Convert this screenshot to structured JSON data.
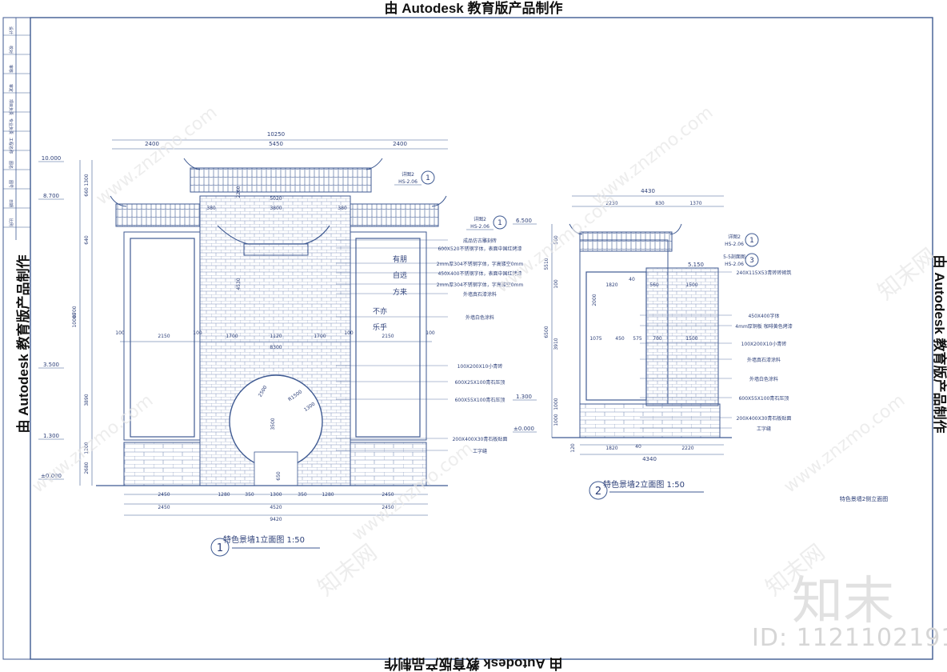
{
  "stamp": "由 Autodesk 教育版产品制作",
  "watermark": {
    "site": "www.znzmo.com",
    "cn": "知末网",
    "brand": "知末",
    "id": "ID: 1121102191"
  },
  "colors": {
    "line": "#3f5a92",
    "border": "#4a5a86",
    "brick": "#7d8fb8",
    "text": "#2c3f78"
  },
  "elev1": {
    "title": "特色景墙1立面图",
    "scale": "1:50",
    "number": "1",
    "levels": [
      "10.000",
      "8.700",
      "3.500",
      "1.300",
      "±0.000"
    ],
    "top_dims": [
      "10250",
      "2400",
      "5450",
      "2400"
    ],
    "inner_dims": [
      "5020",
      "3800",
      "380",
      "380",
      "4530",
      "2260"
    ],
    "mid_dims": [
      "2150",
      "1700",
      "1120",
      "1700",
      "2150",
      "8300",
      "100",
      "100",
      "100",
      "100"
    ],
    "left_dims": [
      "1300",
      "660",
      "640",
      "10000",
      "8700",
      "3890",
      "2680",
      "1200",
      "100"
    ],
    "bottom_row1": [
      "2450",
      "1280",
      "350",
      "1300",
      "350",
      "1280",
      "2450"
    ],
    "bottom_row2": [
      "2450",
      "4520",
      "2450"
    ],
    "bottom_total": "9420",
    "circle_dims": [
      "2500",
      "3500",
      "650",
      "R1500",
      "1300"
    ],
    "poem": [
      "有朋",
      "自远",
      "方来",
      "不亦",
      "乐乎"
    ],
    "callouts": [
      {
        "ref": "详图2",
        "sheet": "HS-2.06",
        "num": "1"
      },
      {
        "ref": "详图2",
        "sheet": "HS-2.06",
        "num": "1"
      }
    ],
    "notes": [
      "成品仿古雕刻砖",
      "600X520不锈钢字体，表面中国红烤漆",
      "2mm厚304不锈钢字体，字高镂空0mm",
      "450X400不锈钢字体，表面中国红烤漆",
      "2mm厚304不锈钢字体，字高镂空0mm",
      "外墙真石漆涂料",
      "外墙白色涂料",
      "100X200X10小青砖",
      "600X25X100青石压顶",
      "600X55X100青石压顶",
      "200X400X30青石板贴面",
      "工字缝"
    ]
  },
  "elev2": {
    "title": "特色景墙2立面图",
    "scale": "1:50",
    "number": "2",
    "levels": [
      "6.500",
      "5.150",
      "1.300",
      "±0.000"
    ],
    "top_dims": [
      "4430",
      "2230",
      "830",
      "1370"
    ],
    "mid_dims": [
      "1820",
      "40",
      "560",
      "1500",
      "1075",
      "450",
      "575",
      "700",
      "1500"
    ],
    "left_dims": [
      "6500",
      "560",
      "100",
      "5510",
      "3910",
      "2000",
      "1000",
      "1000",
      "120"
    ],
    "bottom_dims": [
      "1820",
      "40",
      "2220",
      "4340"
    ],
    "callouts": [
      {
        "ref": "详图2",
        "sheet": "HS-2.06",
        "num": "1"
      },
      {
        "ref": "5-5剖面图",
        "sheet": "HS-2.06",
        "num": "3"
      }
    ],
    "notes": [
      "240X115X53青砖砖砌筑",
      "450X400字体",
      "4mm厚铜板 咖啡黄色烤漆",
      "100X200X10小青砖",
      "外墙真石漆涂料",
      "外墙白色涂料",
      "600X55X100青石压顶",
      "200X400X30青石板贴面",
      "工字缝"
    ],
    "side_caption": "特色景墙2侧立面图"
  },
  "title_block": [
    "设计",
    "校对",
    "审核",
    "审定",
    "项目负责",
    "专业负责",
    "工程名称",
    "图名",
    "图号",
    "日期",
    "比例"
  ]
}
